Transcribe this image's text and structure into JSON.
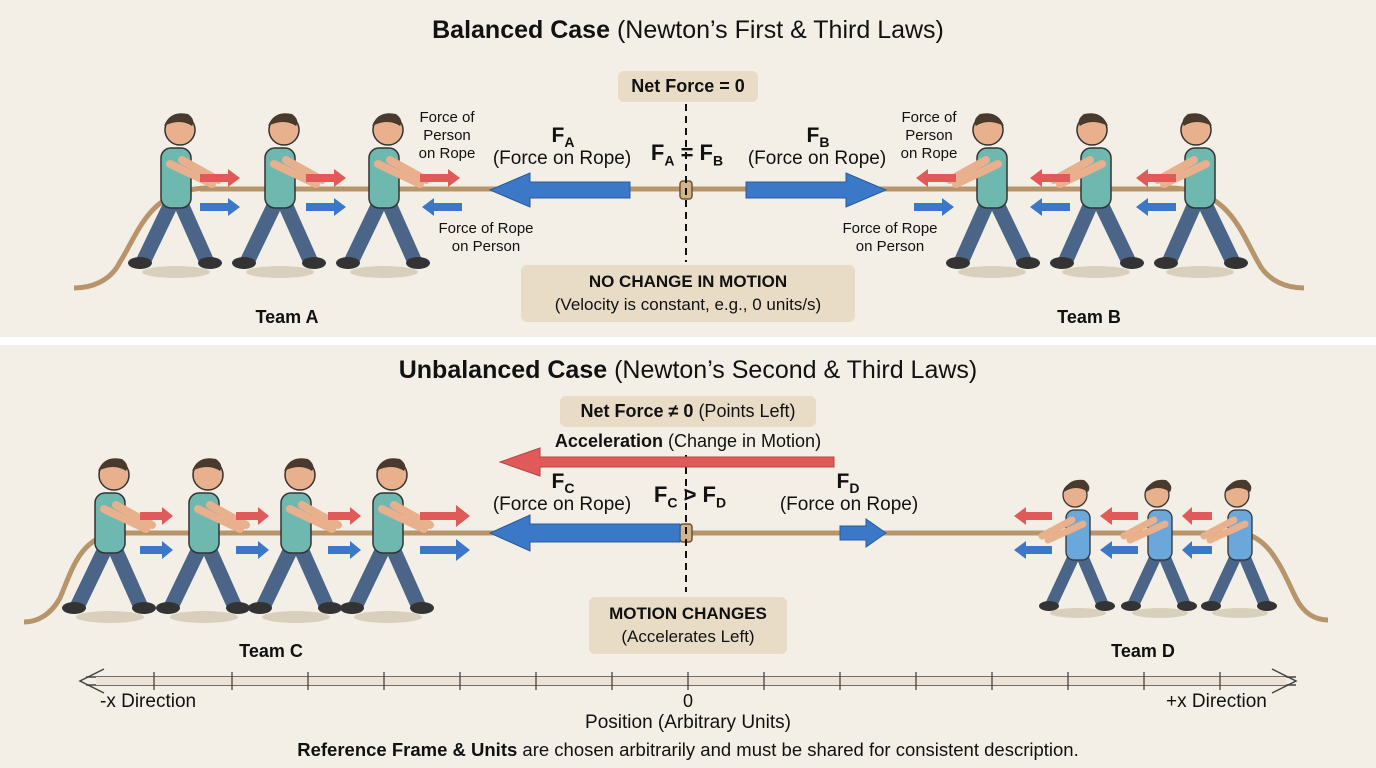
{
  "balanced": {
    "title_bold": "Balanced Case",
    "title_rest": "(Newton’s First & Third Laws)",
    "net_force": "Net Force = 0",
    "fa_letter": "F",
    "fa_sub": "A",
    "fa_desc": "(Force on Rope)",
    "fb_letter": "F",
    "fb_sub": "B",
    "fb_desc": "(Force on Rope)",
    "eq_l": "F",
    "eq_lsub": "A",
    "eq_op": "=",
    "eq_r": "F",
    "eq_rsub": "B",
    "person_on_rope_l1": "Force of",
    "person_on_rope_l2": "Person",
    "person_on_rope_l3": "on Rope",
    "rope_on_person_l1": "Force of Rope",
    "rope_on_person_l2": "on Person",
    "motion_head": "NO CHANGE IN MOTION",
    "motion_sub": "(Velocity is constant, e.g., 0 units/s)",
    "team_left": "Team A",
    "team_right": "Team B"
  },
  "unbalanced": {
    "title_bold": "Unbalanced Case",
    "title_rest": "(Newton’s Second & Third Laws)",
    "net_bold": "Net Force ≠ 0",
    "net_rest": "(Points Left)",
    "accel_bold": "Acceleration",
    "accel_rest": "(Change in Motion)",
    "fc_letter": "F",
    "fc_sub": "C",
    "fc_desc": "(Force on Rope)",
    "fd_letter": "F",
    "fd_sub": "D",
    "fd_desc": "(Force on Rope)",
    "cmp_l": "F",
    "cmp_lsub": "C",
    "cmp_op": ">",
    "cmp_r": "F",
    "cmp_rsub": "D",
    "motion_head": "MOTION CHANGES",
    "motion_sub": "(Accelerates Left)",
    "team_left": "Team C",
    "team_right": "Team D"
  },
  "axis": {
    "left_label": "-x Direction",
    "right_label": "+x Direction",
    "zero": "0",
    "caption": "Position (Arbitrary Units)",
    "note_bold": "Reference Frame & Units",
    "note_rest": " are chosen arbitrarily and must be shared for consistent description."
  },
  "colors": {
    "force_blue": "#3b78c8",
    "force_red": "#e05a5a",
    "box_tan": "#e8dcc6",
    "rope": "#b8946a"
  },
  "icons": [
    "person-icon",
    "rope-icon",
    "arrow-left-icon",
    "arrow-right-icon",
    "knot-icon"
  ]
}
